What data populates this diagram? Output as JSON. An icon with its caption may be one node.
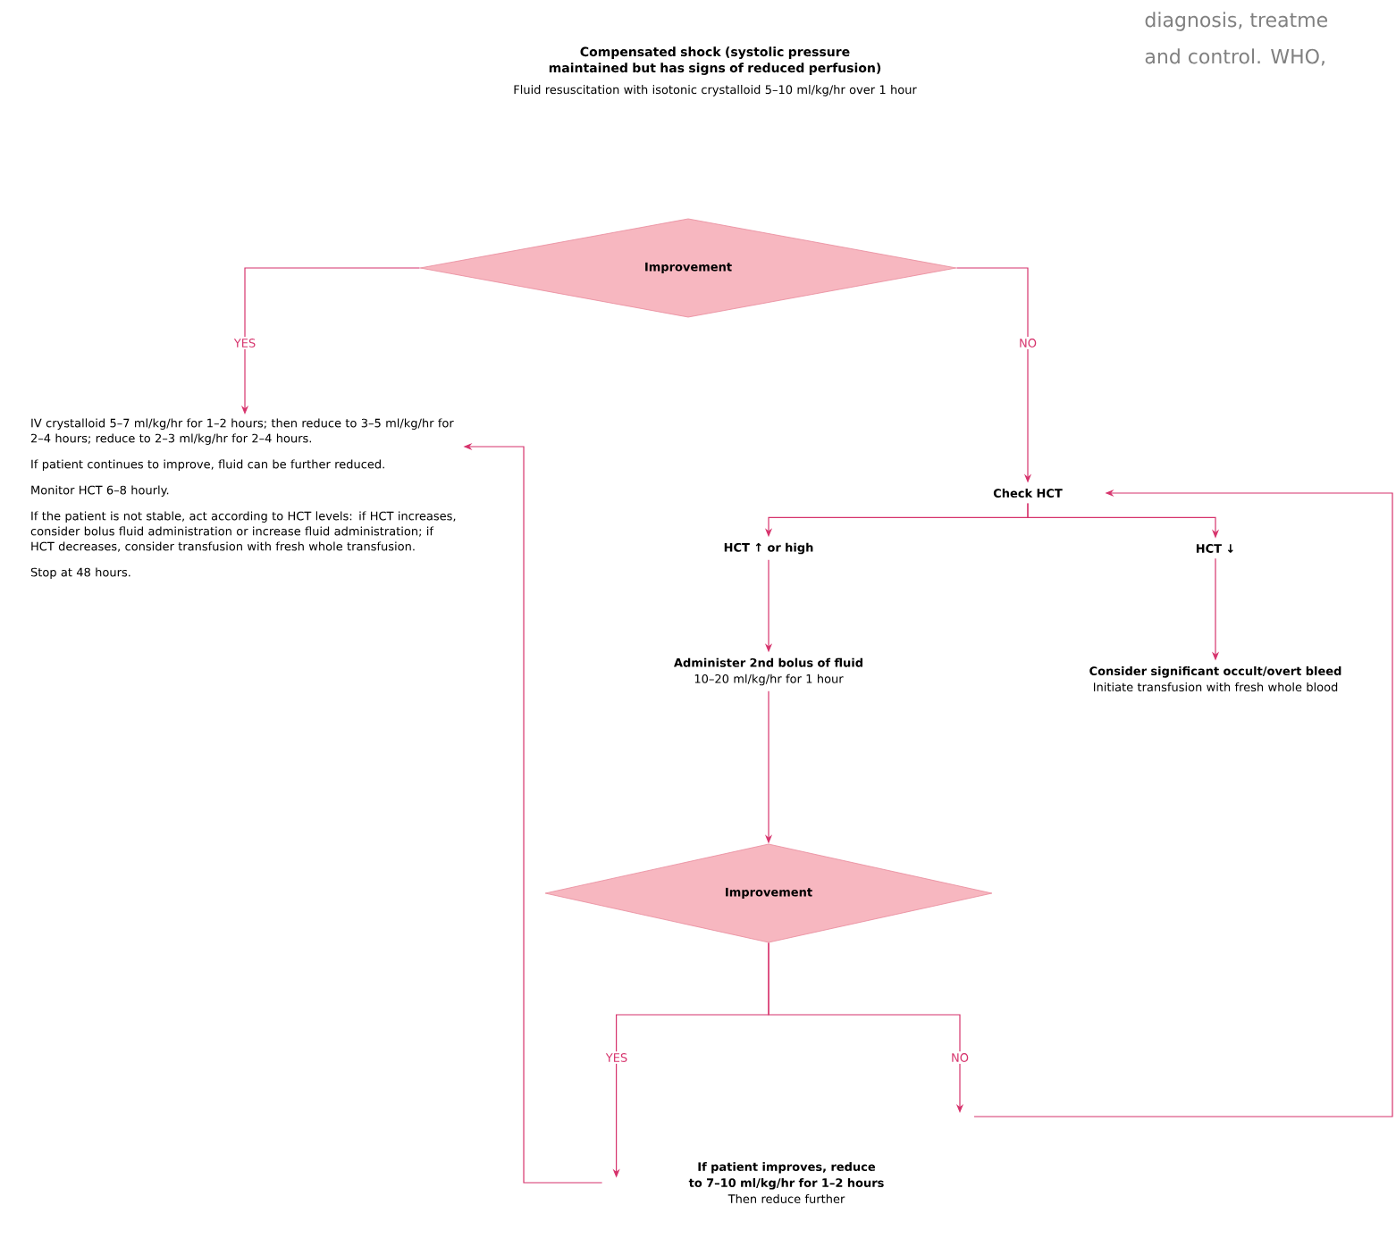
{
  "diagram": {
    "nodes": [
      {
        "text": [
          "Compensated shock (systolic pressure maintained but has signs of reduced perfusion)",
          "Fluid resuscitation with isotonic crystalloid 5–10 ml/kg/hr over 1 hour"
        ]
      },
      {
        "text": [
          "Improvement"
        ]
      },
      {
        "text": [
          "IV crystalloid 5–7 ml/kg/hr for 1–2 hours; then reduce to 3–5 ml/kg/hr for 2–4 hours; reduce to 2–3 ml/kg/hr for 2–4 hours.",
          "If patient continues to improve, fluid can be further reduced.",
          "Monitor HCT 6–8 hourly.",
          "If the patient is not stable, act according to HCT levels: if HCT increases, consider bolus fluid administration or increase fluid administration; if HCT decreases, consider transfusion with fresh whole transfusion.",
          "Stop at 48 hours."
        ]
      },
      {
        "text": [
          "Check HCT"
        ]
      },
      {
        "text": [
          "HCT ↑ or high"
        ]
      },
      {
        "text": [
          "HCT ↓"
        ]
      },
      {
        "text": [
          "Administer 2nd bolus of fluid",
          "10–20 ml/kg/hr for 1 hour"
        ]
      },
      {
        "text": [
          "Consider significant occult/overt bleed",
          "Initiate transfusion with fresh whole blood"
        ]
      },
      {
        "text": [
          "Improvement"
        ]
      },
      {
        "text": [
          "If patient improves, reduce to 7–10 ml/kg/hr for 1–2 hours",
          "Then reduce further"
        ]
      }
    ],
    "edges": [
      {
        "from": 1,
        "to": 2,
        "arrow": "to",
        "label": "YES"
      },
      {
        "from": 1,
        "to": 3,
        "arrow": "to",
        "label": "NO"
      },
      {
        "from": 3,
        "to": 4,
        "arrow": "to"
      },
      {
        "from": 3,
        "to": 5,
        "arrow": "to"
      },
      {
        "from": 4,
        "to": 6,
        "arrow": "to"
      },
      {
        "from": 5,
        "to": 7,
        "arrow": "to"
      },
      {
        "from": 6,
        "to": 8,
        "arrow": "to"
      },
      {
        "from": 8,
        "to": 9,
        "arrow": "to",
        "label": "YES"
      },
      {
        "from": 8,
        "to": null,
        "arrow": "to",
        "label": "NO"
      },
      {
        "from": null,
        "to": 3,
        "arrow": "to"
      },
      {
        "from": 9,
        "to": 2,
        "arrow": "to"
      }
    ],
    "labels": [
      "diagnosis,   treatme",
      "and control. WHO,"
    ]
  }
}
